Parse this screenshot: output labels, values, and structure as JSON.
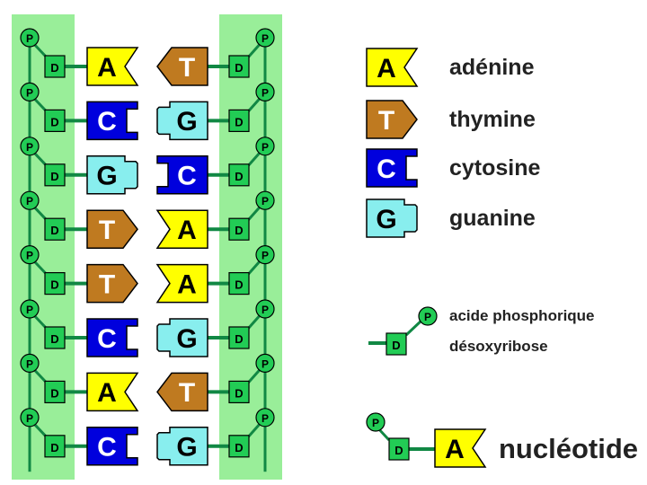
{
  "colors": {
    "backbone_band": "#99ee99",
    "phosphate": "#22cc55",
    "sugar": "#22cc55",
    "A": "#ffff00",
    "T": "#bf7a20",
    "C": "#0000dd",
    "G": "#88eeee",
    "bond": "#222222",
    "link": "#118844"
  },
  "phosphate_letter": "P",
  "sugar_letter": "D",
  "strand": {
    "left_bases": [
      "A",
      "C",
      "G",
      "T",
      "T",
      "C",
      "A",
      "C"
    ],
    "right_bases": [
      "T",
      "G",
      "C",
      "A",
      "A",
      "G",
      "T",
      "G"
    ]
  },
  "legend": {
    "bases": [
      {
        "letter": "A",
        "name": "adénine"
      },
      {
        "letter": "T",
        "name": "thymine"
      },
      {
        "letter": "C",
        "name": "cytosine"
      },
      {
        "letter": "G",
        "name": "guanine"
      }
    ],
    "phosphate_label": "acide phosphorique",
    "sugar_label": "désoxyribose",
    "nucleotide": {
      "letter": "A",
      "label": "nucléotide"
    }
  }
}
